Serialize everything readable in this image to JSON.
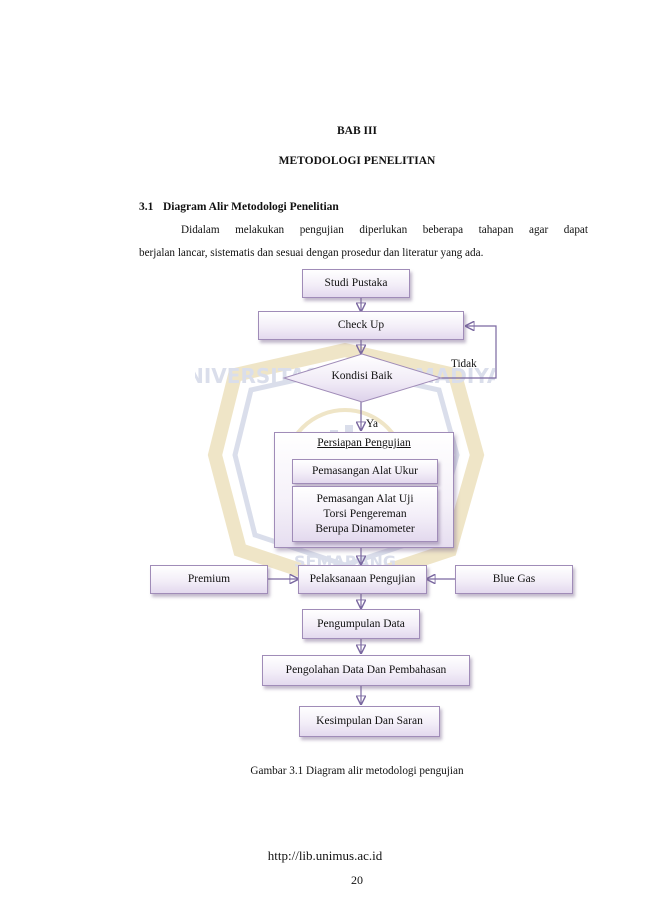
{
  "document": {
    "chapter": "BAB III",
    "chapter_title": "METODOLOGI PENELITIAN",
    "section_number": "3.1",
    "section_title": "Diagram Alir Metodologi Penelitian",
    "paragraph_line1": "Didalam melakukan pengujian diperlukan beberapa tahapan agar dapat",
    "paragraph_line2": "berjalan lancar, sistematis dan sesuai dengan prosedur dan literatur yang ada.",
    "caption": "Gambar 3.1 Diagram alir metodologi pengujian",
    "footer_url": "http://lib.unimus.ac.id",
    "page_number": "20"
  },
  "flowchart": {
    "studi_pustaka": "Studi Pustaka",
    "check_up": "Check Up",
    "kondisi_baik": "Kondisi Baik",
    "tidak_label": "Tidak",
    "ya_label": "Ya",
    "persiapan_title": "Persiapan Pengujian",
    "pemasangan_alat_ukur": "Pemasangan Alat Ukur",
    "pemasangan_alat_uji_line1": "Pemasangan Alat Uji",
    "pemasangan_alat_uji_line2": "Torsi Pengereman",
    "pemasangan_alat_uji_line3": "Berupa Dinamometer",
    "premium": "Premium",
    "pelaksanaan_pengujian": "Pelaksanaan Pengujian",
    "blue_gas": "Blue Gas",
    "pengumpulan_data": "Pengumpulan Data",
    "pengolahan_data": "Pengolahan Data Dan Pembahasan",
    "kesimpulan": "Kesimpulan Dan Saran"
  },
  "watermark": {
    "icon": "university-seal-watermark",
    "text_top": "UNIVERSITAS MUHAMMADIYAH",
    "text_bottom": "SEMARANG"
  },
  "colors": {
    "box_border": "#a08cb8",
    "arrow": "#7a68a0"
  }
}
